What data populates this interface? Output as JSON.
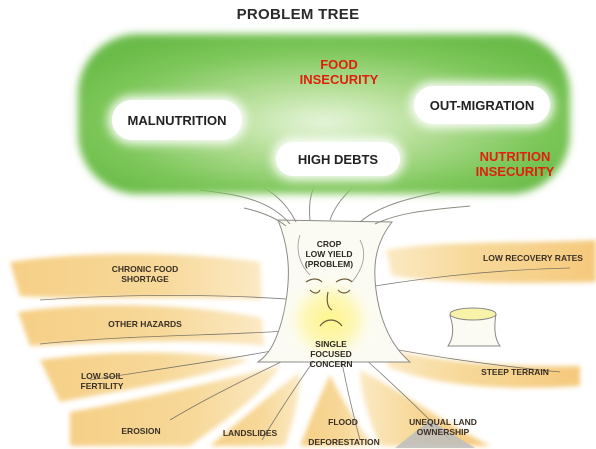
{
  "title": "PROBLEM TREE",
  "effects": {
    "food_insecurity": "FOOD\nINSECURITY",
    "malnutrition": "MALNUTRITION",
    "out_migration": "OUT-MIGRATION",
    "high_debts": "HIGH DEBTS",
    "nutrition_insecurity": "NUTRITION\nINSECURITY"
  },
  "core_problem": {
    "problem": "CROP\nLOW YIELD\n(PROBLEM)",
    "concern": "SINGLE\nFOCUSED\nCONCERN"
  },
  "causes": {
    "chronic_food_shortage": "CHRONIC FOOD\nSHORTAGE",
    "other_hazards": "OTHER HAZARDS",
    "low_soil_fertility": "LOW SOIL\nFERTILITY",
    "erosion": "EROSION",
    "landslides": "LANDSLIDES",
    "flood": "FLOOD",
    "deforestation": "DEFORESTATION",
    "unequal_land_ownership": "UNEQUAL LAND\nOWNERSHIP",
    "steep_terrain": "STEEP TERRAIN",
    "low_recovery_rates": "LOW RECOVERY RATES"
  },
  "colors": {
    "canopy": "#7cc95a",
    "root_band": "#f4c77a",
    "effect_text": "#e0200c",
    "glow": "#fff36b"
  }
}
